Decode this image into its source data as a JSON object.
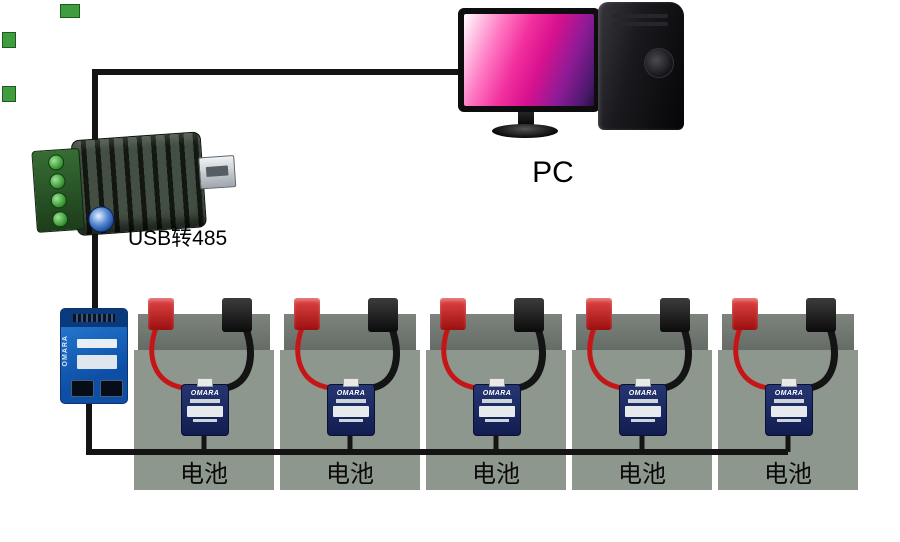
{
  "pc": {
    "label": "PC"
  },
  "adapter": {
    "label": "USB转485"
  },
  "hub": {
    "brand": "OMARA"
  },
  "sensor": {
    "brand": "OMARA"
  },
  "batteries": [
    {
      "label": "电池"
    },
    {
      "label": "电池"
    },
    {
      "label": "电池"
    },
    {
      "label": "电池"
    },
    {
      "label": "电池"
    }
  ],
  "colors": {
    "wire_black": "#141414",
    "wire_red": "#c41616",
    "battery_body": "#8e978e",
    "battery_bar": "#6f766f",
    "sensor_navy": "#17255e",
    "hub_blue": "#1566c0",
    "screen_pink": "#e9188f"
  }
}
